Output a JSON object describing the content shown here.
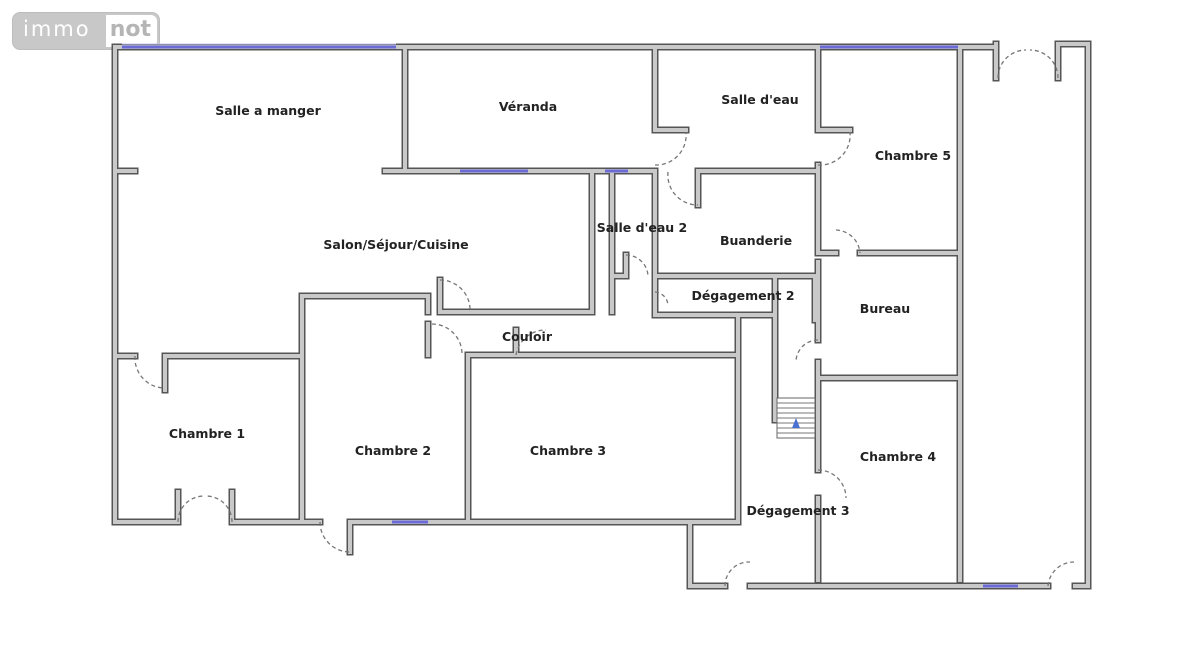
{
  "logo": {
    "part1": "immo",
    "part2": "not"
  },
  "rooms": {
    "salle_a_manger": "Salle a manger",
    "veranda": "Véranda",
    "salle_deau": "Salle d'eau",
    "chambre5": "Chambre 5",
    "salon": "Salon/Séjour/Cuisine",
    "salle_deau2": "Salle d'eau 2",
    "buanderie": "Buanderie",
    "degagement2": "Dégagement 2",
    "bureau": "Bureau",
    "couloir": "Couloir",
    "chambre1": "Chambre 1",
    "chambre2": "Chambre 2",
    "chambre3": "Chambre 3",
    "chambre4": "Chambre 4",
    "degagement3": "Dégagement 3"
  },
  "colors": {
    "wall": "#c9c9c9",
    "wall_outline": "#555555",
    "window": "#6b6bd6"
  }
}
